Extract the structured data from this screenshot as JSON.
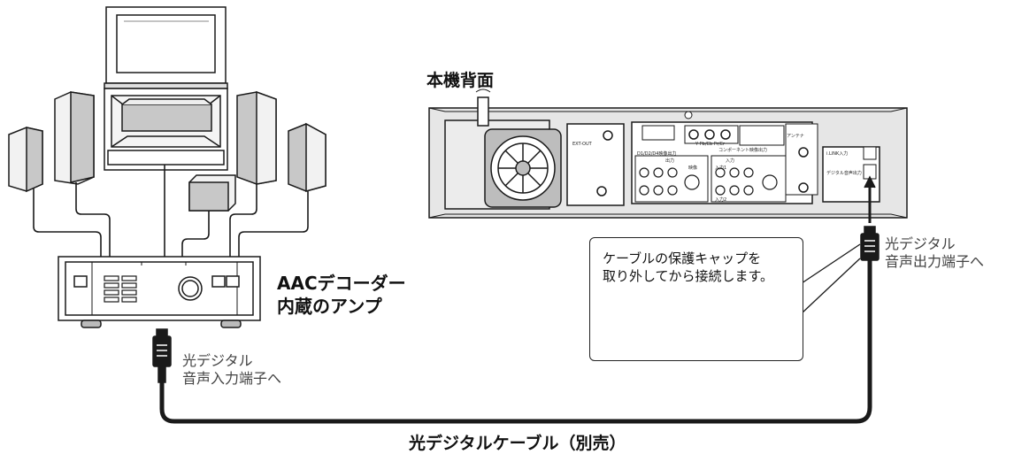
{
  "labels": {
    "rear_panel_title": "本機背面",
    "amp_label_line1": "AACデコーダー",
    "amp_label_line2": "内蔵のアンプ",
    "input_label_line1": "光デジタル",
    "input_label_line2": "音声入力端子へ",
    "output_label_line1": "光デジタル",
    "output_label_line2": "音声出力端子へ",
    "callout_line1": "ケーブルの保護キャップを",
    "callout_line2": "取り外してから接続します。",
    "cable_caption": "光デジタルケーブル（別売）"
  },
  "panel_text": {
    "ext_out": "EXT-OUT",
    "component_labels": "Y  Pb/Cb  Pr/Cr",
    "component_out": "コンポーネント映像出力",
    "d1_out": "D1/D2/D4映像出力",
    "output_section": "出力",
    "input_section": "入力",
    "input_1": "入力1",
    "input_2": "入力2",
    "video": "映像",
    "antenna": "アンテナ",
    "ilink": "i.LINK入力",
    "digital_audio_out": "デジタル音声出力"
  },
  "colors": {
    "line": "#1a1a1a",
    "panel_fill": "#e6e6e6",
    "panel_dark": "#bdbdbd",
    "speaker_front": "#c8c8c8",
    "speaker_side": "#f2f2f2",
    "callout_border": "#222222"
  }
}
